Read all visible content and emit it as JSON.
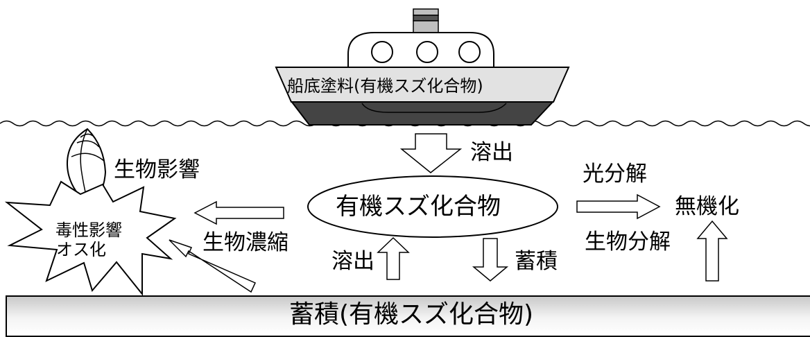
{
  "ship": {
    "label": "船底塗料(有機スズ化合物)"
  },
  "center": {
    "label": "有機スズ化合物"
  },
  "flows": {
    "leach_from_ship": "溶出",
    "leach_from_sediment": "溶出",
    "accumulate_down": "蓄積",
    "photolysis": "光分解",
    "biodegradation": "生物分解",
    "mineralization": "無機化",
    "bioconcentration": "生物濃縮",
    "biological_effect": "生物影響"
  },
  "toxic": {
    "line1": "毒性影響",
    "line2": "オス化"
  },
  "sediment": {
    "label": "蓄積(有機スズ化合物)"
  }
}
